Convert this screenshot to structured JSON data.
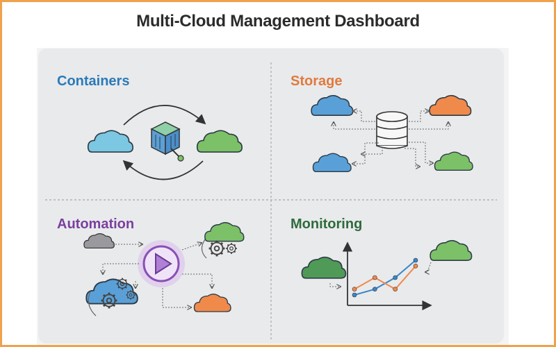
{
  "title": "Multi-Cloud Management Dashboard",
  "quadrants": [
    {
      "key": "containers",
      "label": "Containers",
      "color": "#2a7ab8"
    },
    {
      "key": "storage",
      "label": "Storage",
      "color": "#e07a3c"
    },
    {
      "key": "automation",
      "label": "Automation",
      "color": "#7a3fa0"
    },
    {
      "key": "monitoring",
      "label": "Monitoring",
      "color": "#2f6b3c"
    }
  ],
  "colors": {
    "blue_cloud": "#5aa0d8",
    "light_blue_cloud": "#7cc7e2",
    "green_cloud": "#7cc167",
    "orange_cloud": "#f08a4b",
    "gray_cloud": "#9a9a9e",
    "dark_green_cloud": "#4e9a56",
    "frame_border": "#f0a24a"
  },
  "monitoring_chart": {
    "type": "line",
    "series": [
      {
        "name": "blue",
        "color": "#3a86c9",
        "values": [
          1,
          2,
          4,
          7
        ]
      },
      {
        "name": "orange",
        "color": "#f08a4b",
        "values": [
          2,
          4,
          2,
          6
        ]
      }
    ]
  }
}
